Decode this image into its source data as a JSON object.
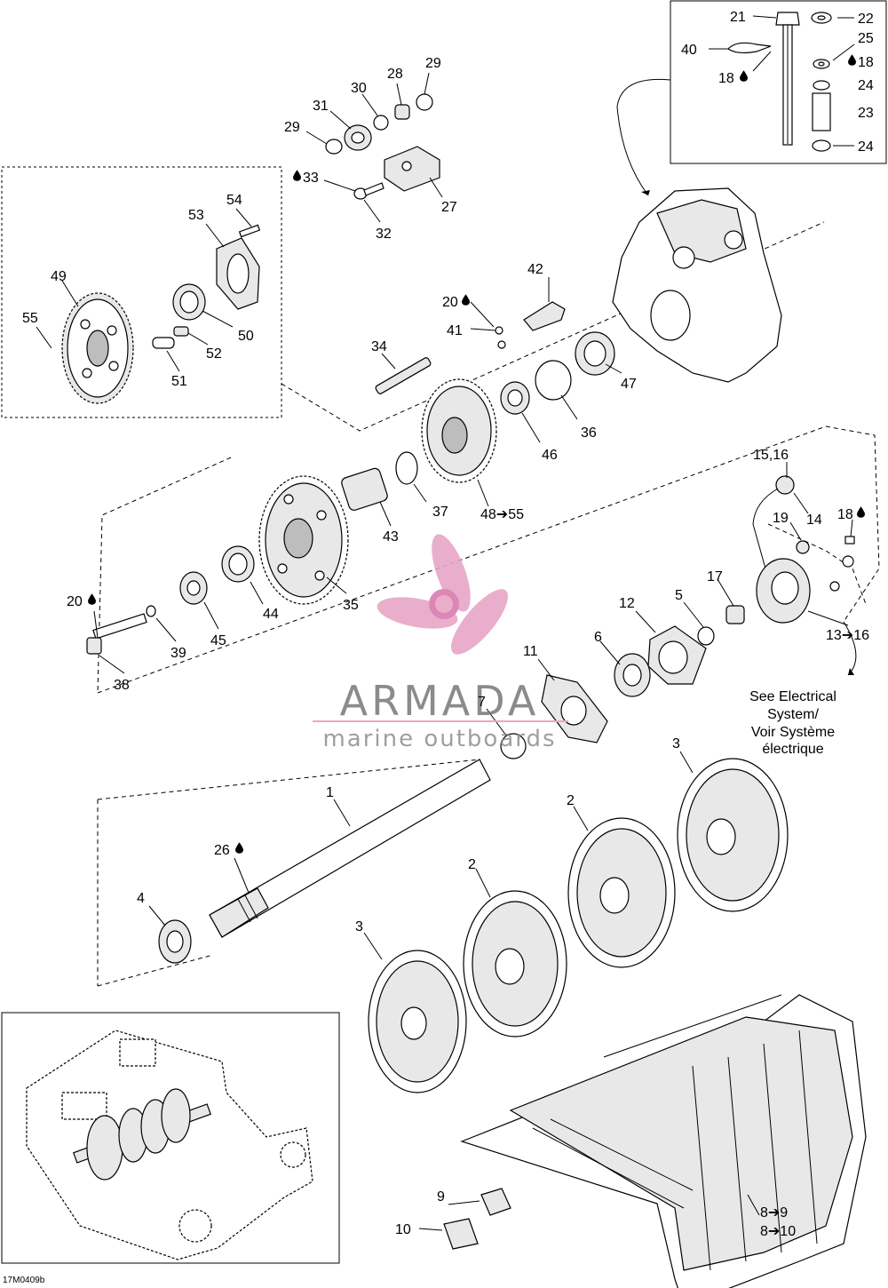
{
  "watermark": {
    "brand": "ARMADA",
    "tagline": "marine outboards",
    "color": "#e8a6c8"
  },
  "figure_code": "17M0409b",
  "note": [
    "See Electrical",
    "System/",
    "Voir Système",
    "électrique"
  ],
  "labels": [
    {
      "id": "p21",
      "text": "21"
    },
    {
      "id": "p22",
      "text": "22"
    },
    {
      "id": "p40",
      "text": "40"
    },
    {
      "id": "p25",
      "text": "25"
    },
    {
      "id": "p18a",
      "text": "18"
    },
    {
      "id": "p18b",
      "text": "18"
    },
    {
      "id": "p24a",
      "text": "24"
    },
    {
      "id": "p23",
      "text": "23"
    },
    {
      "id": "p24b",
      "text": "24"
    },
    {
      "id": "p29a",
      "text": "29"
    },
    {
      "id": "p28",
      "text": "28"
    },
    {
      "id": "p30",
      "text": "30"
    },
    {
      "id": "p31",
      "text": "31"
    },
    {
      "id": "p29b",
      "text": "29"
    },
    {
      "id": "p33",
      "text": "33"
    },
    {
      "id": "p27",
      "text": "27"
    },
    {
      "id": "p32",
      "text": "32"
    },
    {
      "id": "p54",
      "text": "54"
    },
    {
      "id": "p53",
      "text": "53"
    },
    {
      "id": "p49",
      "text": "49"
    },
    {
      "id": "p55",
      "text": "55"
    },
    {
      "id": "p50",
      "text": "50"
    },
    {
      "id": "p52",
      "text": "52"
    },
    {
      "id": "p51",
      "text": "51"
    },
    {
      "id": "p42",
      "text": "42"
    },
    {
      "id": "p20a",
      "text": "20"
    },
    {
      "id": "p41",
      "text": "41"
    },
    {
      "id": "p34",
      "text": "34"
    },
    {
      "id": "p47",
      "text": "47"
    },
    {
      "id": "p36",
      "text": "36"
    },
    {
      "id": "p46",
      "text": "46"
    },
    {
      "id": "p37",
      "text": "37"
    },
    {
      "id": "p4855",
      "text": "48➔55"
    },
    {
      "id": "p43",
      "text": "43"
    },
    {
      "id": "p35",
      "text": "35"
    },
    {
      "id": "p44",
      "text": "44"
    },
    {
      "id": "p45",
      "text": "45"
    },
    {
      "id": "p20b",
      "text": "20"
    },
    {
      "id": "p39",
      "text": "39"
    },
    {
      "id": "p38",
      "text": "38"
    },
    {
      "id": "p1516",
      "text": "15,16"
    },
    {
      "id": "p14",
      "text": "14"
    },
    {
      "id": "p19",
      "text": "19"
    },
    {
      "id": "p18c",
      "text": "18"
    },
    {
      "id": "p17",
      "text": "17"
    },
    {
      "id": "p5",
      "text": "5"
    },
    {
      "id": "p12",
      "text": "12"
    },
    {
      "id": "p1316",
      "text": "13➔16"
    },
    {
      "id": "p6",
      "text": "6"
    },
    {
      "id": "p11",
      "text": "11"
    },
    {
      "id": "p7",
      "text": "7"
    },
    {
      "id": "p1",
      "text": "1"
    },
    {
      "id": "p26",
      "text": "26"
    },
    {
      "id": "p3a",
      "text": "3"
    },
    {
      "id": "p2a",
      "text": "2"
    },
    {
      "id": "p2b",
      "text": "2"
    },
    {
      "id": "p4",
      "text": "4"
    },
    {
      "id": "p3b",
      "text": "3"
    },
    {
      "id": "p89",
      "text": "8➔9"
    },
    {
      "id": "p810",
      "text": "8➔10"
    },
    {
      "id": "p9",
      "text": "9"
    },
    {
      "id": "p10",
      "text": "10"
    }
  ]
}
